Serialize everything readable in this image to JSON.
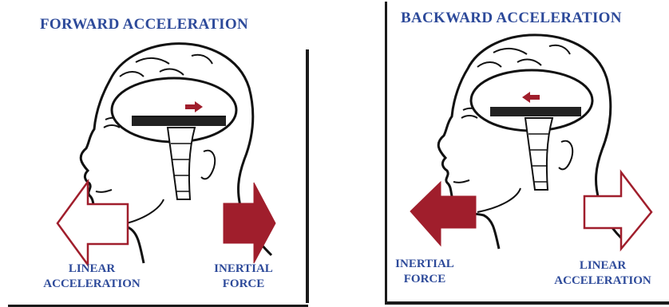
{
  "panels": {
    "forward": {
      "title": "FORWARD ACCELERATION",
      "left_label_line1": "LINEAR",
      "left_label_line2": "ACCELERATION",
      "right_label_line1": "INERTIAL",
      "right_label_line2": "FORCE"
    },
    "backward": {
      "title": "BACKWARD ACCELERATION",
      "left_label_line1": "INERTIAL",
      "left_label_line2": "FORCE",
      "right_label_line1": "LINEAR",
      "right_label_line2": "ACCELERATION"
    }
  },
  "colors": {
    "title_blue": "#2d4a9a",
    "arrow_red": "#a01e2c",
    "line_black": "#111111"
  }
}
